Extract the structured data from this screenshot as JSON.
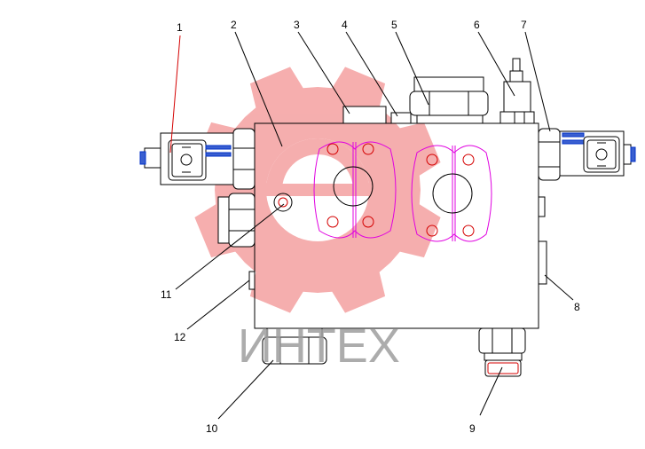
{
  "callouts": [
    {
      "id": "1",
      "text": "1"
    },
    {
      "id": "2",
      "text": "2"
    },
    {
      "id": "3",
      "text": "3"
    },
    {
      "id": "4",
      "text": "4"
    },
    {
      "id": "5",
      "text": "5"
    },
    {
      "id": "6",
      "text": "6"
    },
    {
      "id": "7",
      "text": "7"
    },
    {
      "id": "8",
      "text": "8"
    },
    {
      "id": "9",
      "text": "9"
    },
    {
      "id": "10",
      "text": "10"
    },
    {
      "id": "11",
      "text": "11"
    },
    {
      "id": "12",
      "text": "12"
    }
  ],
  "watermark": {
    "text": "ИНТЕХ",
    "gear_color": "#f4a0a0",
    "text_color": "#9e9e9e"
  },
  "colors": {
    "outline": "#000000",
    "leader": "#d40000",
    "flange": "#e000e0",
    "connector": "#0030c8"
  }
}
